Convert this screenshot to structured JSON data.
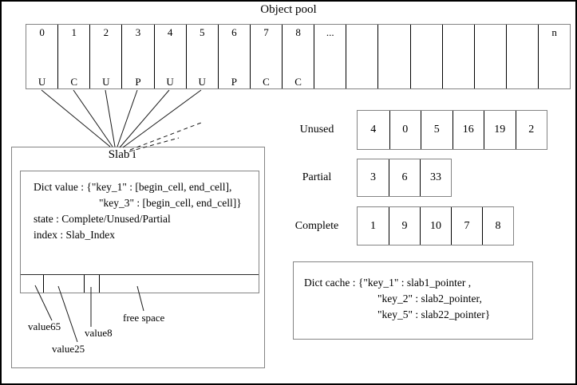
{
  "title": "Object pool",
  "pool": {
    "cells": [
      {
        "num": "0",
        "letter": "U"
      },
      {
        "num": "1",
        "letter": "C"
      },
      {
        "num": "2",
        "letter": "U"
      },
      {
        "num": "3",
        "letter": "P"
      },
      {
        "num": "4",
        "letter": "U"
      },
      {
        "num": "5",
        "letter": "U"
      },
      {
        "num": "6",
        "letter": "P"
      },
      {
        "num": "7",
        "letter": "C"
      },
      {
        "num": "8",
        "letter": "C"
      },
      {
        "num": "...",
        "letter": ""
      },
      {
        "num": "",
        "letter": ""
      },
      {
        "num": "",
        "letter": ""
      },
      {
        "num": "",
        "letter": ""
      },
      {
        "num": "",
        "letter": ""
      },
      {
        "num": "",
        "letter": ""
      },
      {
        "num": "",
        "letter": ""
      },
      {
        "num": "n",
        "letter": ""
      }
    ]
  },
  "slab": {
    "label": "Slab i",
    "info_lines": {
      "line1": "Dict value : {\"key_1\" : [begin_cell, end_cell],",
      "line2": "\"key_3\" : [begin_cell, end_cell]}",
      "line3": "state : Complete/Unused/Partial",
      "line4": "index : Slab_Index"
    },
    "bar_labels": {
      "seg1": "value65",
      "seg2": "value25",
      "seg3": "value8",
      "seg4": "free space"
    }
  },
  "state_lists": {
    "unused": {
      "label": "Unused",
      "values": [
        "4",
        "0",
        "5",
        "16",
        "19",
        "2"
      ]
    },
    "partial": {
      "label": "Partial",
      "values": [
        "3",
        "6",
        "33"
      ]
    },
    "complete": {
      "label": "Complete",
      "values": [
        "1",
        "9",
        "10",
        "7",
        "8"
      ]
    }
  },
  "dict_cache": {
    "line1": "Dict cache : {\"key_1\" : slab1_pointer ,",
    "line2": "\"key_2\" : slab2_pointer,",
    "line3": "\"key_5\" : slab22_pointer}"
  },
  "colors": {
    "background": "#ffffff",
    "outer_border": "#000000",
    "box_border": "#848484",
    "divider": "#000000",
    "text": "#000000"
  }
}
